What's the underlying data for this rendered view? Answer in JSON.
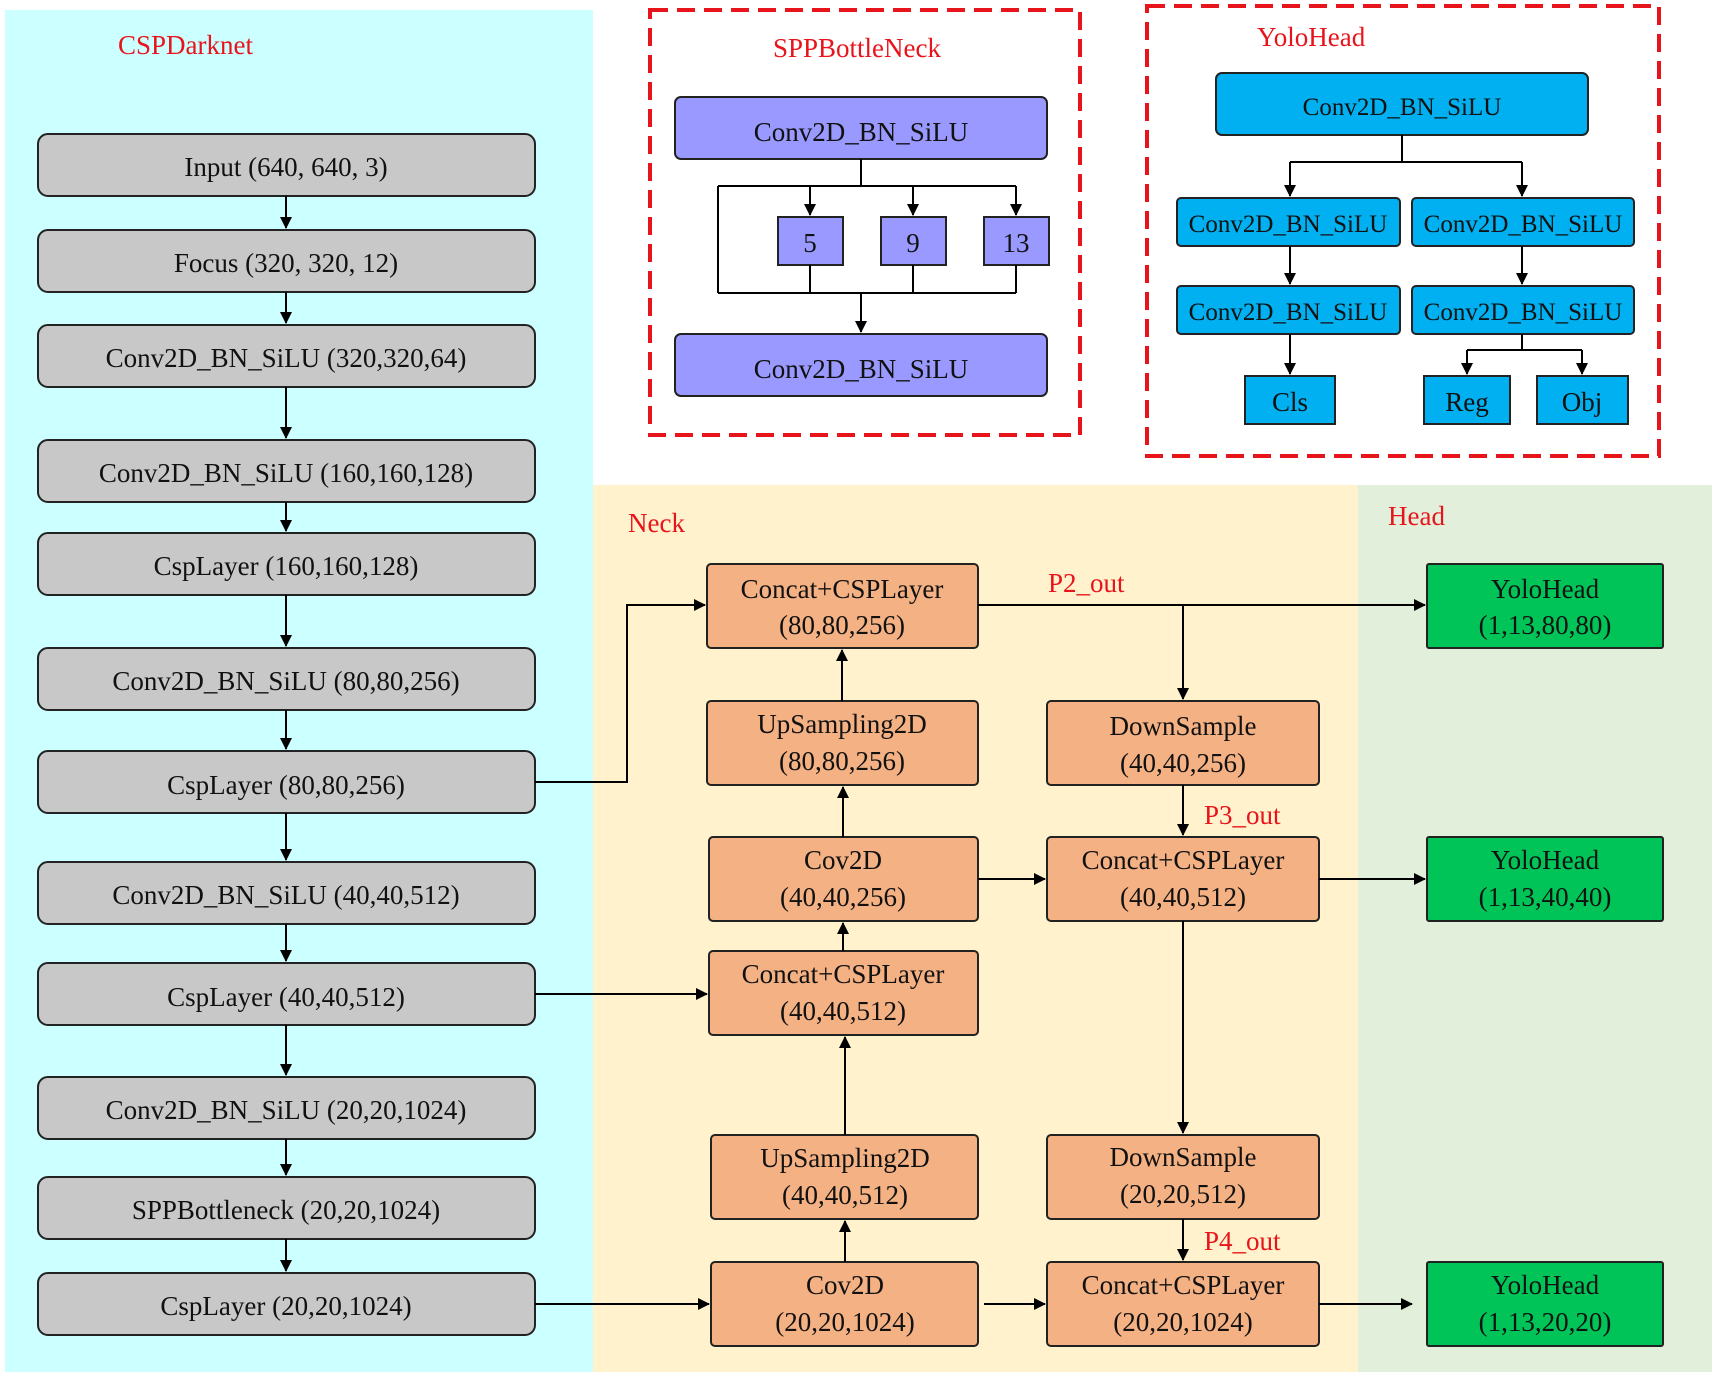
{
  "regions": {
    "backbone": {
      "title": "CSPDarknet",
      "color": "#ccffff"
    },
    "spp": {
      "title": "SPPBottleNeck",
      "border": "#e8141b"
    },
    "yolohead": {
      "title": "YoloHead",
      "border": "#e8141b"
    },
    "neck": {
      "title": "Neck",
      "color": "#fff2cc"
    },
    "head": {
      "title": "Head",
      "color": "#e2efda"
    }
  },
  "backbone_nodes": [
    "Input (640, 640, 3)",
    "Focus (320, 320, 12)",
    "Conv2D_BN_SiLU (320,320,64)",
    "Conv2D_BN_SiLU (160,160,128)",
    "CspLayer (160,160,128)",
    "Conv2D_BN_SiLU (80,80,256)",
    "CspLayer (80,80,256)",
    "Conv2D_BN_SiLU (40,40,512)",
    "CspLayer (40,40,512)",
    "Conv2D_BN_SiLU (20,20,1024)",
    "SPPBottleneck (20,20,1024)",
    "CspLayer (20,20,1024)"
  ],
  "spp_nodes": {
    "top": "Conv2D_BN_SiLU",
    "pools": [
      "5",
      "9",
      "13"
    ],
    "bottom": "Conv2D_BN_SiLU"
  },
  "yolohead_nodes": {
    "stem": "Conv2D_BN_SiLU",
    "left_1": "Conv2D_BN_SiLU",
    "right_1": "Conv2D_BN_SiLU",
    "left_2": "Conv2D_BN_SiLU",
    "right_2": "Conv2D_BN_SiLU",
    "cls": "Cls",
    "reg": "Reg",
    "obj": "Obj"
  },
  "neck_nodes": {
    "concat_p2": [
      "Concat+CSPLayer",
      "(80,80,256)"
    ],
    "upsample_1": [
      "UpSampling2D",
      "(80,80,256)"
    ],
    "conv_1": [
      "Cov2D",
      "(40,40,256)"
    ],
    "concat_mid": [
      "Concat+CSPLayer",
      "(40,40,512)"
    ],
    "upsample_2": [
      "UpSampling2D",
      "(40,40,512)"
    ],
    "conv_2": [
      "Cov2D",
      "(20,20,1024)"
    ],
    "downsample_1": [
      "DownSample",
      "(40,40,256)"
    ],
    "concat_p3": [
      "Concat+CSPLayer",
      "(40,40,512)"
    ],
    "downsample_2": [
      "DownSample",
      "(20,20,512)"
    ],
    "concat_p4": [
      "Concat+CSPLayer",
      "(20,20,1024)"
    ]
  },
  "head_nodes": [
    [
      "YoloHead",
      "(1,13,80,80)"
    ],
    [
      "YoloHead",
      "(1,13,40,40)"
    ],
    [
      "YoloHead",
      "(1,13,20,20)"
    ]
  ],
  "ports": [
    "P2_out",
    "P3_out",
    "P4_out"
  ]
}
